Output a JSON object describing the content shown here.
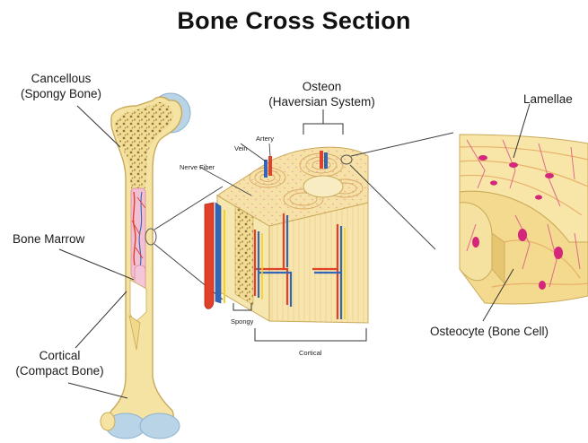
{
  "title": "Bone Cross Section",
  "labels": {
    "cancellous": [
      "Cancellous",
      "(Spongy Bone)"
    ],
    "bone_marrow": "Bone Marrow",
    "cortical_bone": [
      "Cortical",
      "(Compact Bone)"
    ],
    "osteon": [
      "Osteon",
      "(Haversian System)"
    ],
    "lamellae": "Lamellae",
    "osteocyte": "Osteocyte (Bone Cell)"
  },
  "small_labels": {
    "artery": "Artery",
    "vein": "Vein",
    "nerve_fiber": "Nerve Fiber",
    "spongy": "Spongy",
    "cortical": "Cortical"
  },
  "colors": {
    "bone": "#f4e3a3",
    "bone_outline": "#c9a95a",
    "joint_cap": "#b8d4e6",
    "artery": "#e0412b",
    "vein": "#3466b8",
    "nerve": "#f2d21f",
    "marrow": "#f3bfd2",
    "osteocyte": "#d4267a",
    "lamella_line": "#e8a8a8"
  }
}
